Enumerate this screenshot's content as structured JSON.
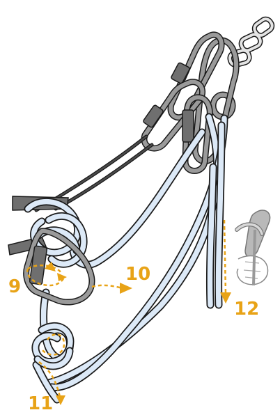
{
  "colors": {
    "accent": "#e8a317",
    "rope_fill": "#dce9f7",
    "metal_fill": "#9a9a9a",
    "metal_dark": "#6f6f6f",
    "chain_fill": "#e4e4e4",
    "outline": "#1a1a1a",
    "sling_fill": "#4a4a4a"
  },
  "steps": [
    {
      "number": "9"
    },
    {
      "number": "10"
    },
    {
      "number": "11"
    },
    {
      "number": "12"
    }
  ]
}
